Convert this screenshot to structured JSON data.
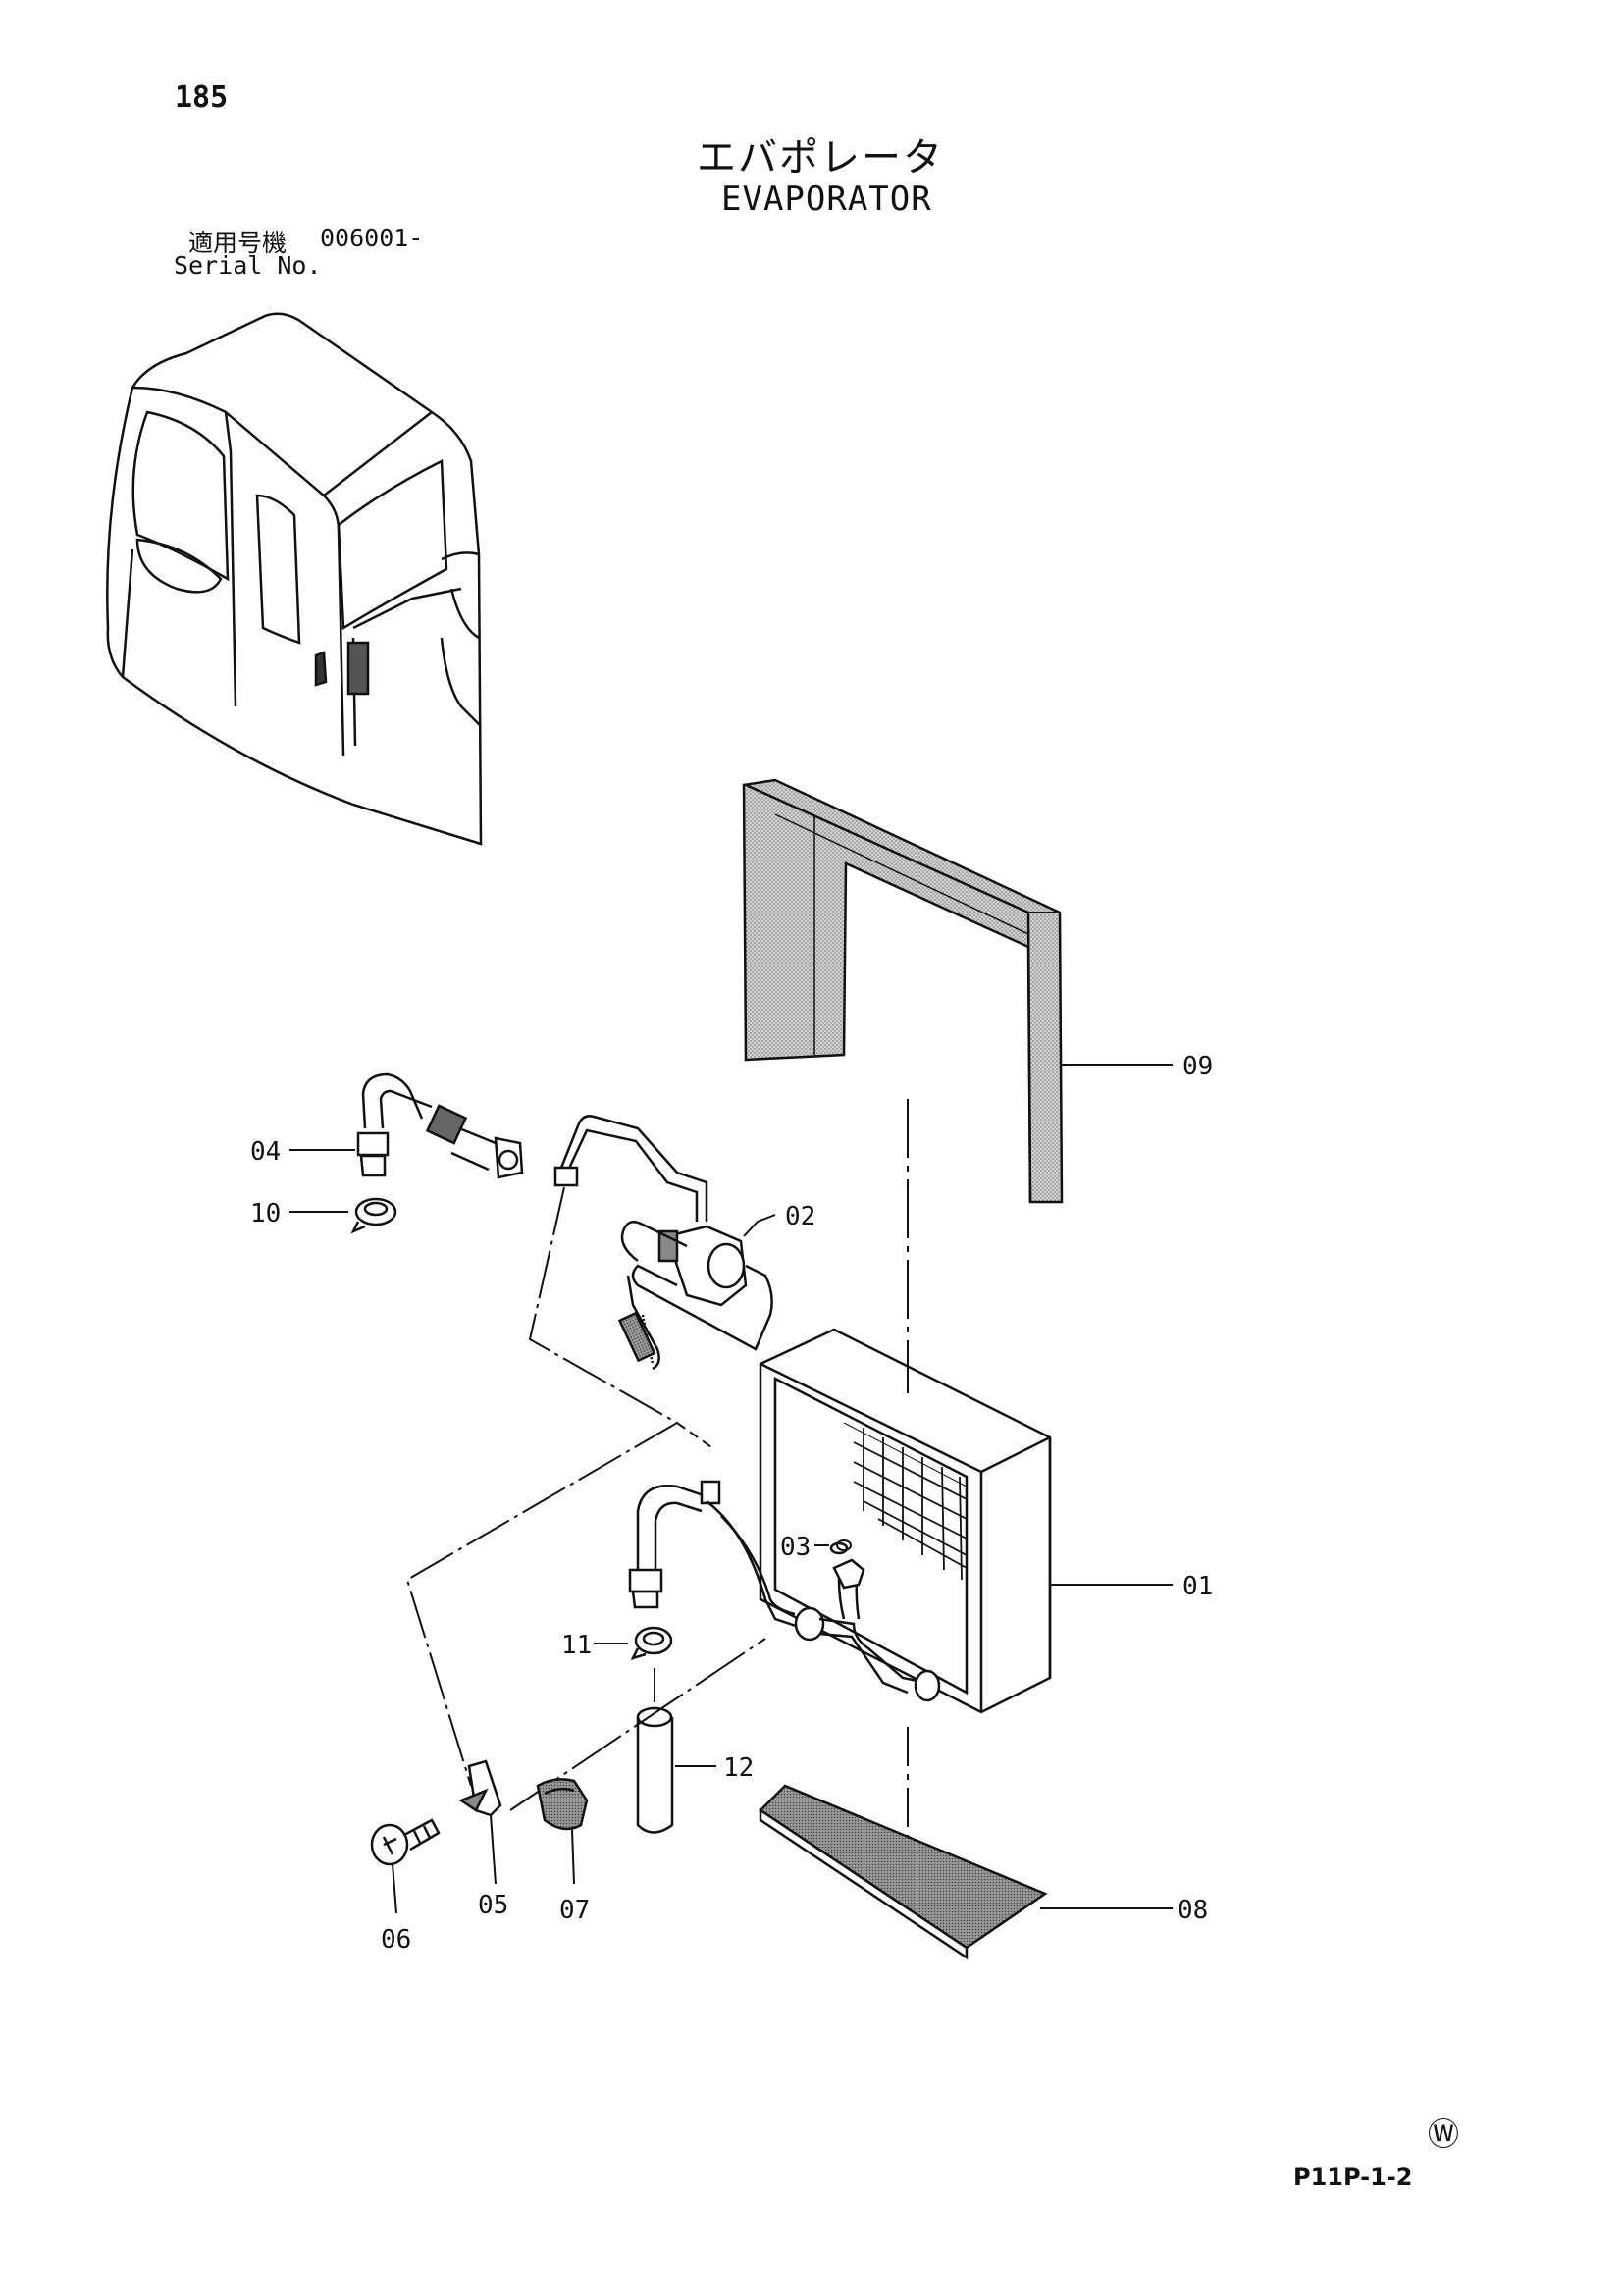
{
  "header": {
    "page_number": "185",
    "title_jp": "エバポレータ",
    "title_en": "EVAPORATOR",
    "serial_label_jp": "適用号機",
    "serial_label_en": "Serial No.",
    "serial_value": "006001-"
  },
  "parts": [
    {
      "number": "01"
    },
    {
      "number": "02"
    },
    {
      "number": "03"
    },
    {
      "number": "04"
    },
    {
      "number": "05"
    },
    {
      "number": "06"
    },
    {
      "number": "07"
    },
    {
      "number": "08"
    },
    {
      "number": "09"
    },
    {
      "number": "10"
    },
    {
      "number": "11"
    },
    {
      "number": "12"
    }
  ],
  "footer": {
    "diagram_code": "P11P-1-2",
    "mark_symbol": "Ⓦ"
  }
}
